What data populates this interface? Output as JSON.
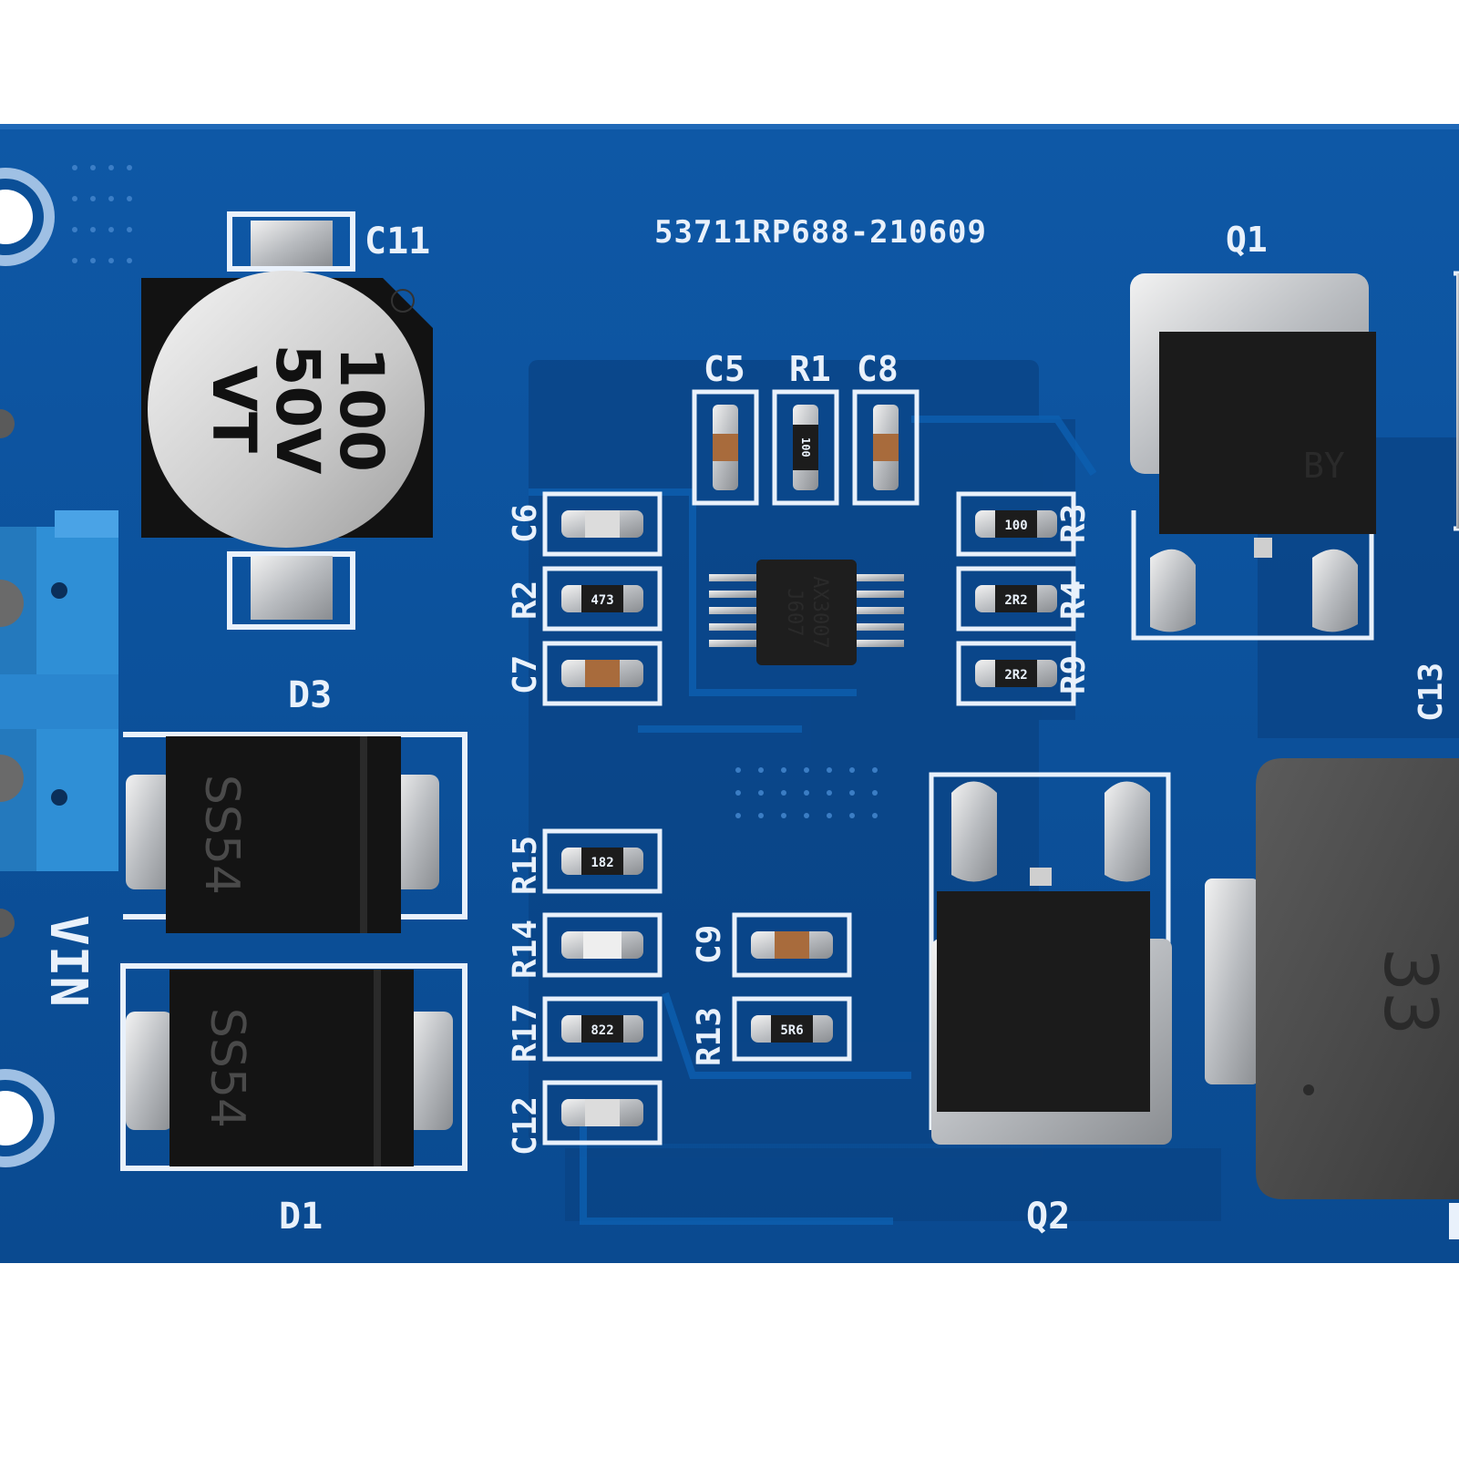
{
  "board": {
    "part_number": "53711RP688-210609",
    "colors": {
      "pcb": "#0b4f97",
      "silkscreen": "#e9f1fb",
      "terminal": "#2f8fd6"
    },
    "labels": {
      "c11": "C11",
      "c5": "C5",
      "r1": "R1",
      "c8": "C8",
      "c6": "C6",
      "r2": "R2",
      "c7": "C7",
      "r3": "R3",
      "r4": "R4",
      "r9": "R9",
      "q1": "Q1",
      "q2": "Q2",
      "d3": "D3",
      "d1": "D1",
      "c13": "C13",
      "r15": "R15",
      "r14": "R14",
      "r17": "R17",
      "c12": "C12",
      "c9": "C9",
      "r13": "R13",
      "vin": "VIN"
    },
    "components": {
      "capacitor_c11": {
        "line1": "100",
        "line2": "50V",
        "line3": "VT"
      },
      "diode_d3": {
        "marking": "SS54"
      },
      "diode_d1": {
        "marking": "SS54"
      },
      "controller_ic": {
        "line1": "AX3007",
        "line2": "J607"
      },
      "resistors": {
        "r2": "473",
        "r3": "100",
        "r4": "2R2",
        "r9": "2R2",
        "r15": "182",
        "r17": "822",
        "r13": "5R6",
        "r1": "100"
      },
      "mosfet_q1": {
        "marking": "BY"
      },
      "inductor": {
        "marking": "33"
      }
    }
  }
}
